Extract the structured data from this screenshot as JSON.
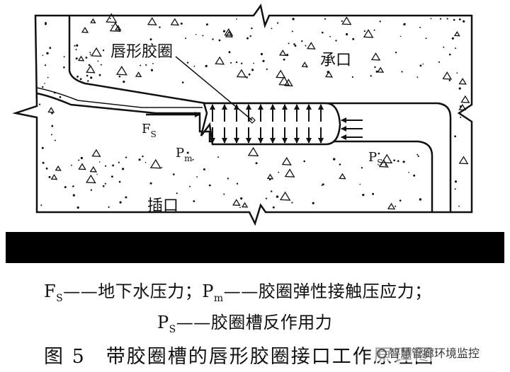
{
  "diagram": {
    "labels": {
      "gasket": "唇形胶圈",
      "socket": "承口",
      "spigot": "插口",
      "fs_main": "F",
      "fs_sub": "S",
      "pm_main": "P",
      "pm_sub": "m",
      "ps_main": "P",
      "ps_sub": "S"
    }
  },
  "legend": {
    "line1": {
      "fs_main": "F",
      "fs_sub": "S",
      "fs_text": "——地下水压力；",
      "pm_main": "P",
      "pm_sub": "m",
      "pm_text": "——胶圈弹性接触压应力；"
    },
    "line2": {
      "ps_main": "P",
      "ps_sub": "S",
      "ps_text": "——胶圈槽反作用力"
    }
  },
  "caption": "图 5　带胶圈槽的唇形胶圈接口工作原理图",
  "watermark": "智慧管廊环境监控",
  "colors": {
    "ink": "#111111",
    "band": "#000000",
    "background": "#ffffff"
  }
}
